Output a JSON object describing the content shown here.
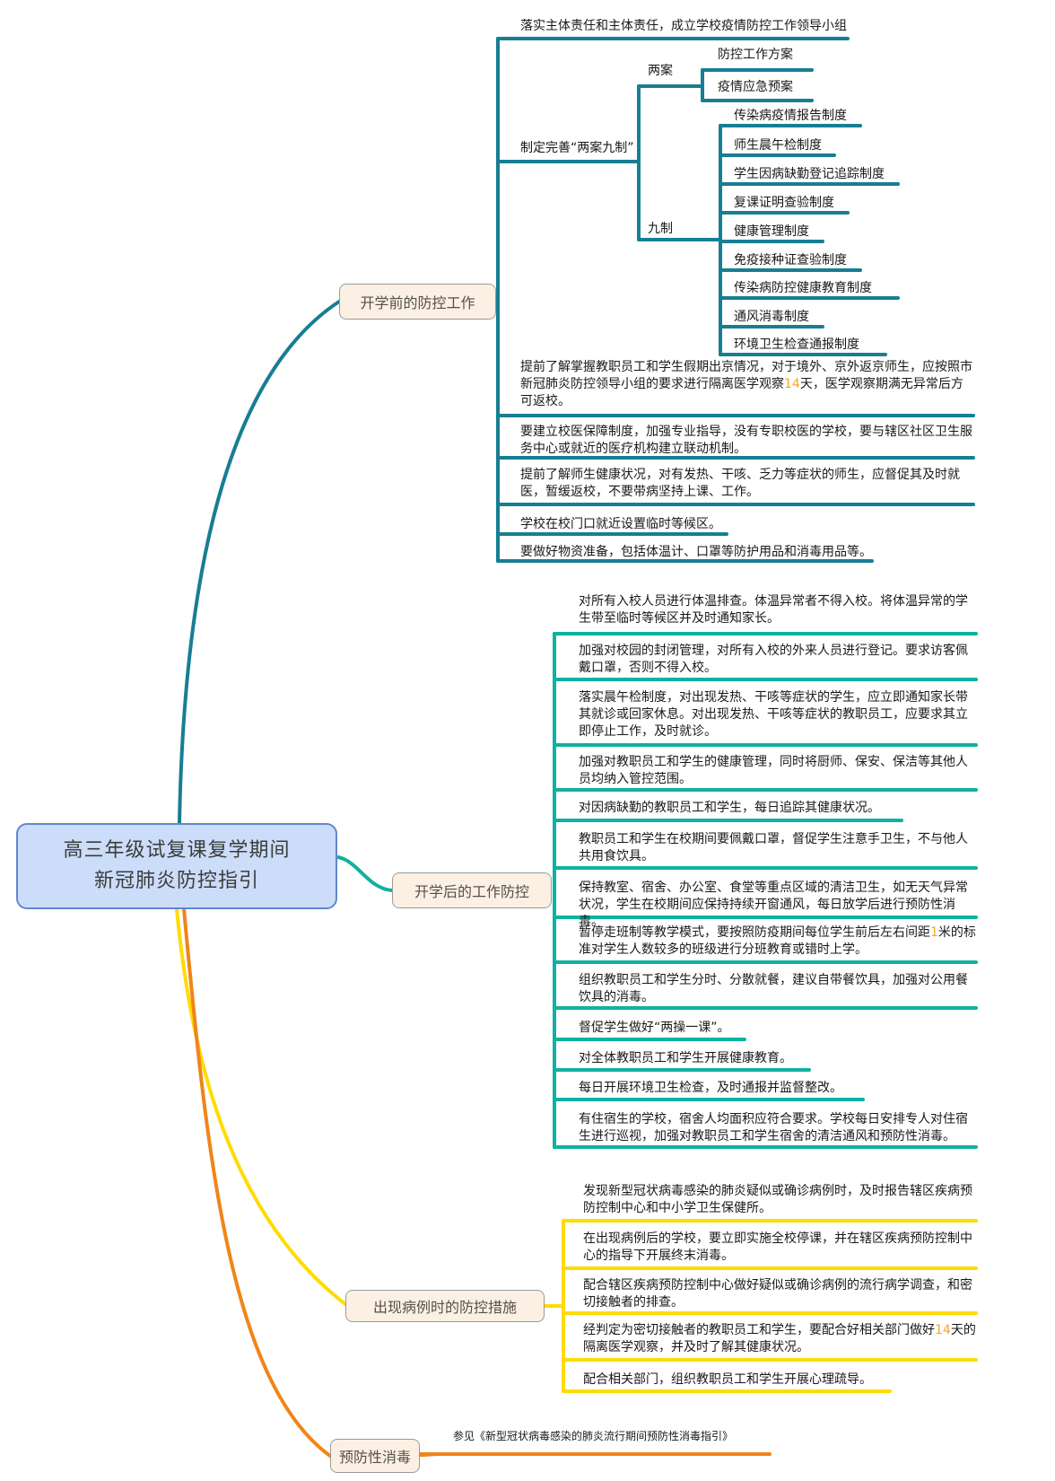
{
  "central": {
    "line1": "高三年级试复课复学期间",
    "line2": "新冠肺炎防控指引"
  },
  "number_highlight_color": "#f5a623",
  "branches": [
    {
      "label": "开学前的防控工作",
      "color": "#177e93",
      "items": [
        "落实主体责任和主体责任，成立学校疫情防控工作领导小组",
        "制定完善“两案九制”",
        "两案",
        "防控工作方案",
        "疫情应急预案",
        "九制",
        "传染病疫情报告制度",
        "师生晨午检制度",
        "学生因病缺勤登记追踪制度",
        "复课证明查验制度",
        "健康管理制度",
        "免疫接种证查验制度",
        "传染病防控健康教育制度",
        "通风消毒制度",
        "环境卫生检查通报制度",
        "提前了解掌握教职员工和学生假期出京情况，对于境外、京外返京师生，应按照市新冠肺炎防控领导小组的要求进行隔离医学观察14天，医学观察期满无异常后方可返校。",
        "要建立校医保障制度，加强专业指导，没有专职校医的学校，要与辖区社区卫生服务中心或就近的医疗机构建立联动机制。",
        "提前了解师生健康状况，对有发热、干咳、乏力等症状的师生，应督促其及时就医，暂缓返校，不要带病坚持上课、工作。",
        "学校在校门口就近设置临时等候区。",
        "要做好物资准备，包括体温计、口罩等防护用品和消毒用品等。"
      ]
    },
    {
      "label": "开学后的工作防控",
      "color": "#0fb2a0",
      "items": [
        "对所有入校人员进行体温排查。体温异常者不得入校。将体温异常的学生带至临时等候区并及时通知家长。",
        "加强对校园的封闭管理，对所有入校的外来人员进行登记。要求访客佩戴口罩，否则不得入校。",
        "落实晨午检制度，对出现发热、干咳等症状的学生，应立即通知家长带其就诊或回家休息。对出现发热、干咳等症状的教职员工，应要求其立即停止工作，及时就诊。",
        "加强对教职员工和学生的健康管理，同时将厨师、保安、保洁等其他人员均纳入管控范围。",
        "对因病缺勤的教职员工和学生，每日追踪其健康状况。",
        "教职员工和学生在校期间要佩戴口罩，督促学生注意手卫生，不与他人共用食饮具。",
        "保持教室、宿舍、办公室、食堂等重点区域的清洁卫生，如无天气异常状况，学生在校期间应保持持续开窗通风，每日放学后进行预防性消毒。",
        "暂停走班制等教学模式，要按照防疫期间每位学生前后左右间距1米的标准对学生人数较多的班级进行分班教育或错时上学。",
        "组织教职员工和学生分时、分散就餐，建议自带餐饮具，加强对公用餐饮具的消毒。",
        "督促学生做好“两操一课”。",
        "对全体教职员工和学生开展健康教育。",
        "每日开展环境卫生检查，及时通报并监督整改。",
        "有住宿生的学校，宿舍人均面积应符合要求。学校每日安排专人对住宿生进行巡视，加强对教职员工和学生宿舍的清洁通风和预防性消毒。"
      ]
    },
    {
      "label": "出现病例时的防控措施",
      "color": "#ffdb00",
      "items": [
        "发现新型冠状病毒感染的肺炎疑似或确诊病例时，及时报告辖区疾病预防控制中心和中小学卫生保健所。",
        "在出现病例后的学校，要立即实施全校停课，并在辖区疾病预防控制中心的指导下开展终末消毒。",
        "配合辖区疾病预防控制中心做好疑似或确诊病例的流行病学调查，和密切接触者的排查。",
        "经判定为密切接触者的教职员工和学生，要配合好相关部门做好14天的隔离医学观察，并及时了解其健康状况。",
        "配合相关部门，组织教职员工和学生开展心理疏导。"
      ]
    },
    {
      "label": "预防性消毒",
      "color": "#f08519",
      "items": [
        "参见《新型冠状病毒感染的肺炎流行期间预防性消毒指引》"
      ]
    }
  ]
}
